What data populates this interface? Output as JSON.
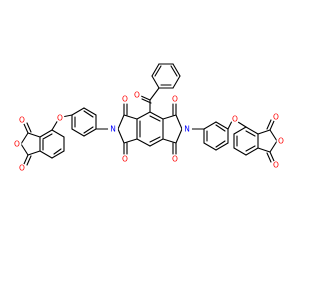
{
  "molecule": {
    "colors": {
      "background": "#ffffff",
      "bond": "#000000",
      "oxygen": "#ff0000",
      "nitrogen": "#0000ff"
    },
    "atoms": {
      "o_anh_left_top": "O",
      "o_anh_left_ring": "O",
      "o_anh_left_bottom": "O",
      "o_ether_left": "O",
      "n_left": "N",
      "o_imide_lt": "O",
      "o_imide_lb": "O",
      "o_ketone": "O",
      "o_imide_rt": "O",
      "o_imide_rb": "O",
      "n_right": "N",
      "o_ether_right": "O",
      "o_anh_right_top": "O",
      "o_anh_right_ring": "O",
      "o_anh_right_bottom": "O"
    }
  }
}
